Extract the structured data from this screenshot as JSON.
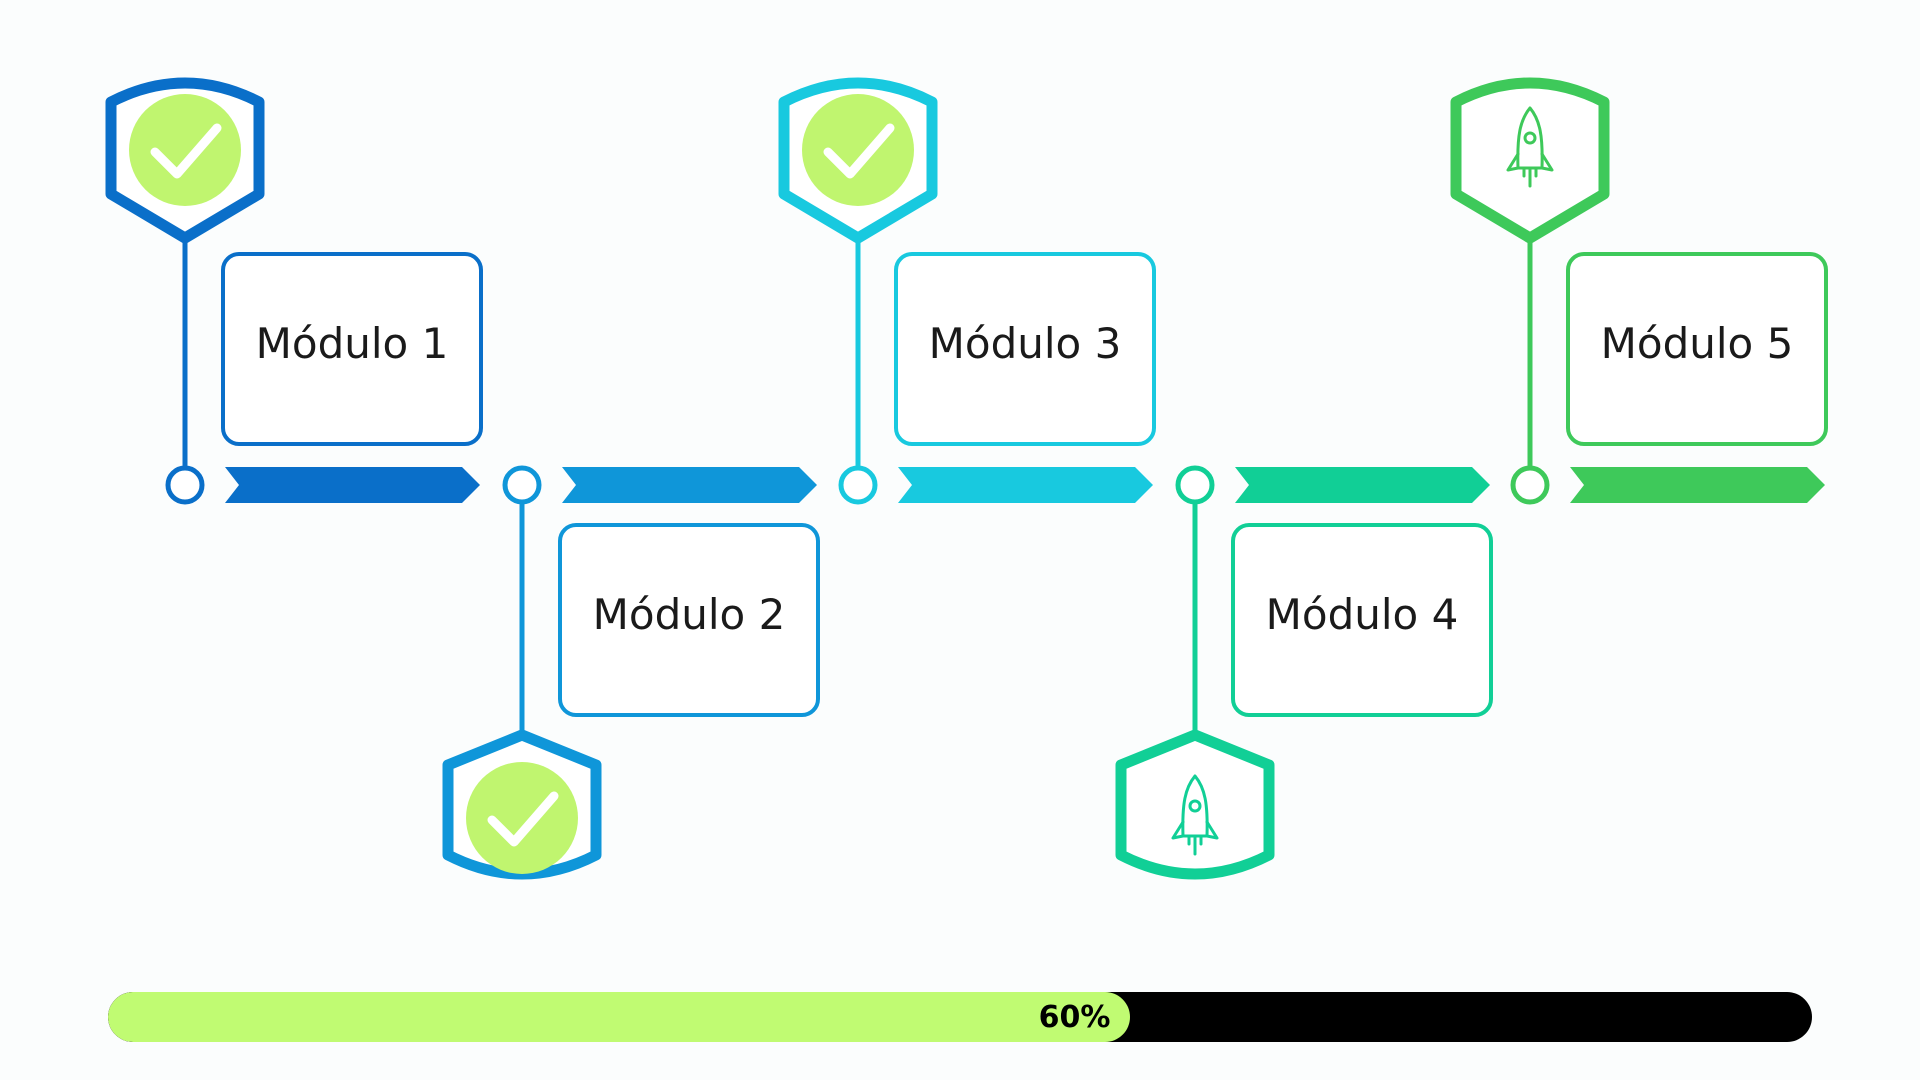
{
  "modules": [
    {
      "label": "Módulo 1",
      "status": "completed",
      "icon": "check-icon",
      "color": "#0a6fc9"
    },
    {
      "label": "Módulo 2",
      "status": "completed",
      "icon": "check-icon",
      "color": "#0f96d9"
    },
    {
      "label": "Módulo 3",
      "status": "completed",
      "icon": "check-icon",
      "color": "#18c9df"
    },
    {
      "label": "Módulo 4",
      "status": "pending",
      "icon": "rocket-icon",
      "color": "#11cf96"
    },
    {
      "label": "Módulo 5",
      "status": "pending",
      "icon": "rocket-icon",
      "color": "#3ec95a"
    }
  ],
  "check_color": "#c0f56f",
  "progress": {
    "label": "60%",
    "value": 0.6,
    "fill_color": "#c0fb72",
    "track_color": "#000000"
  }
}
